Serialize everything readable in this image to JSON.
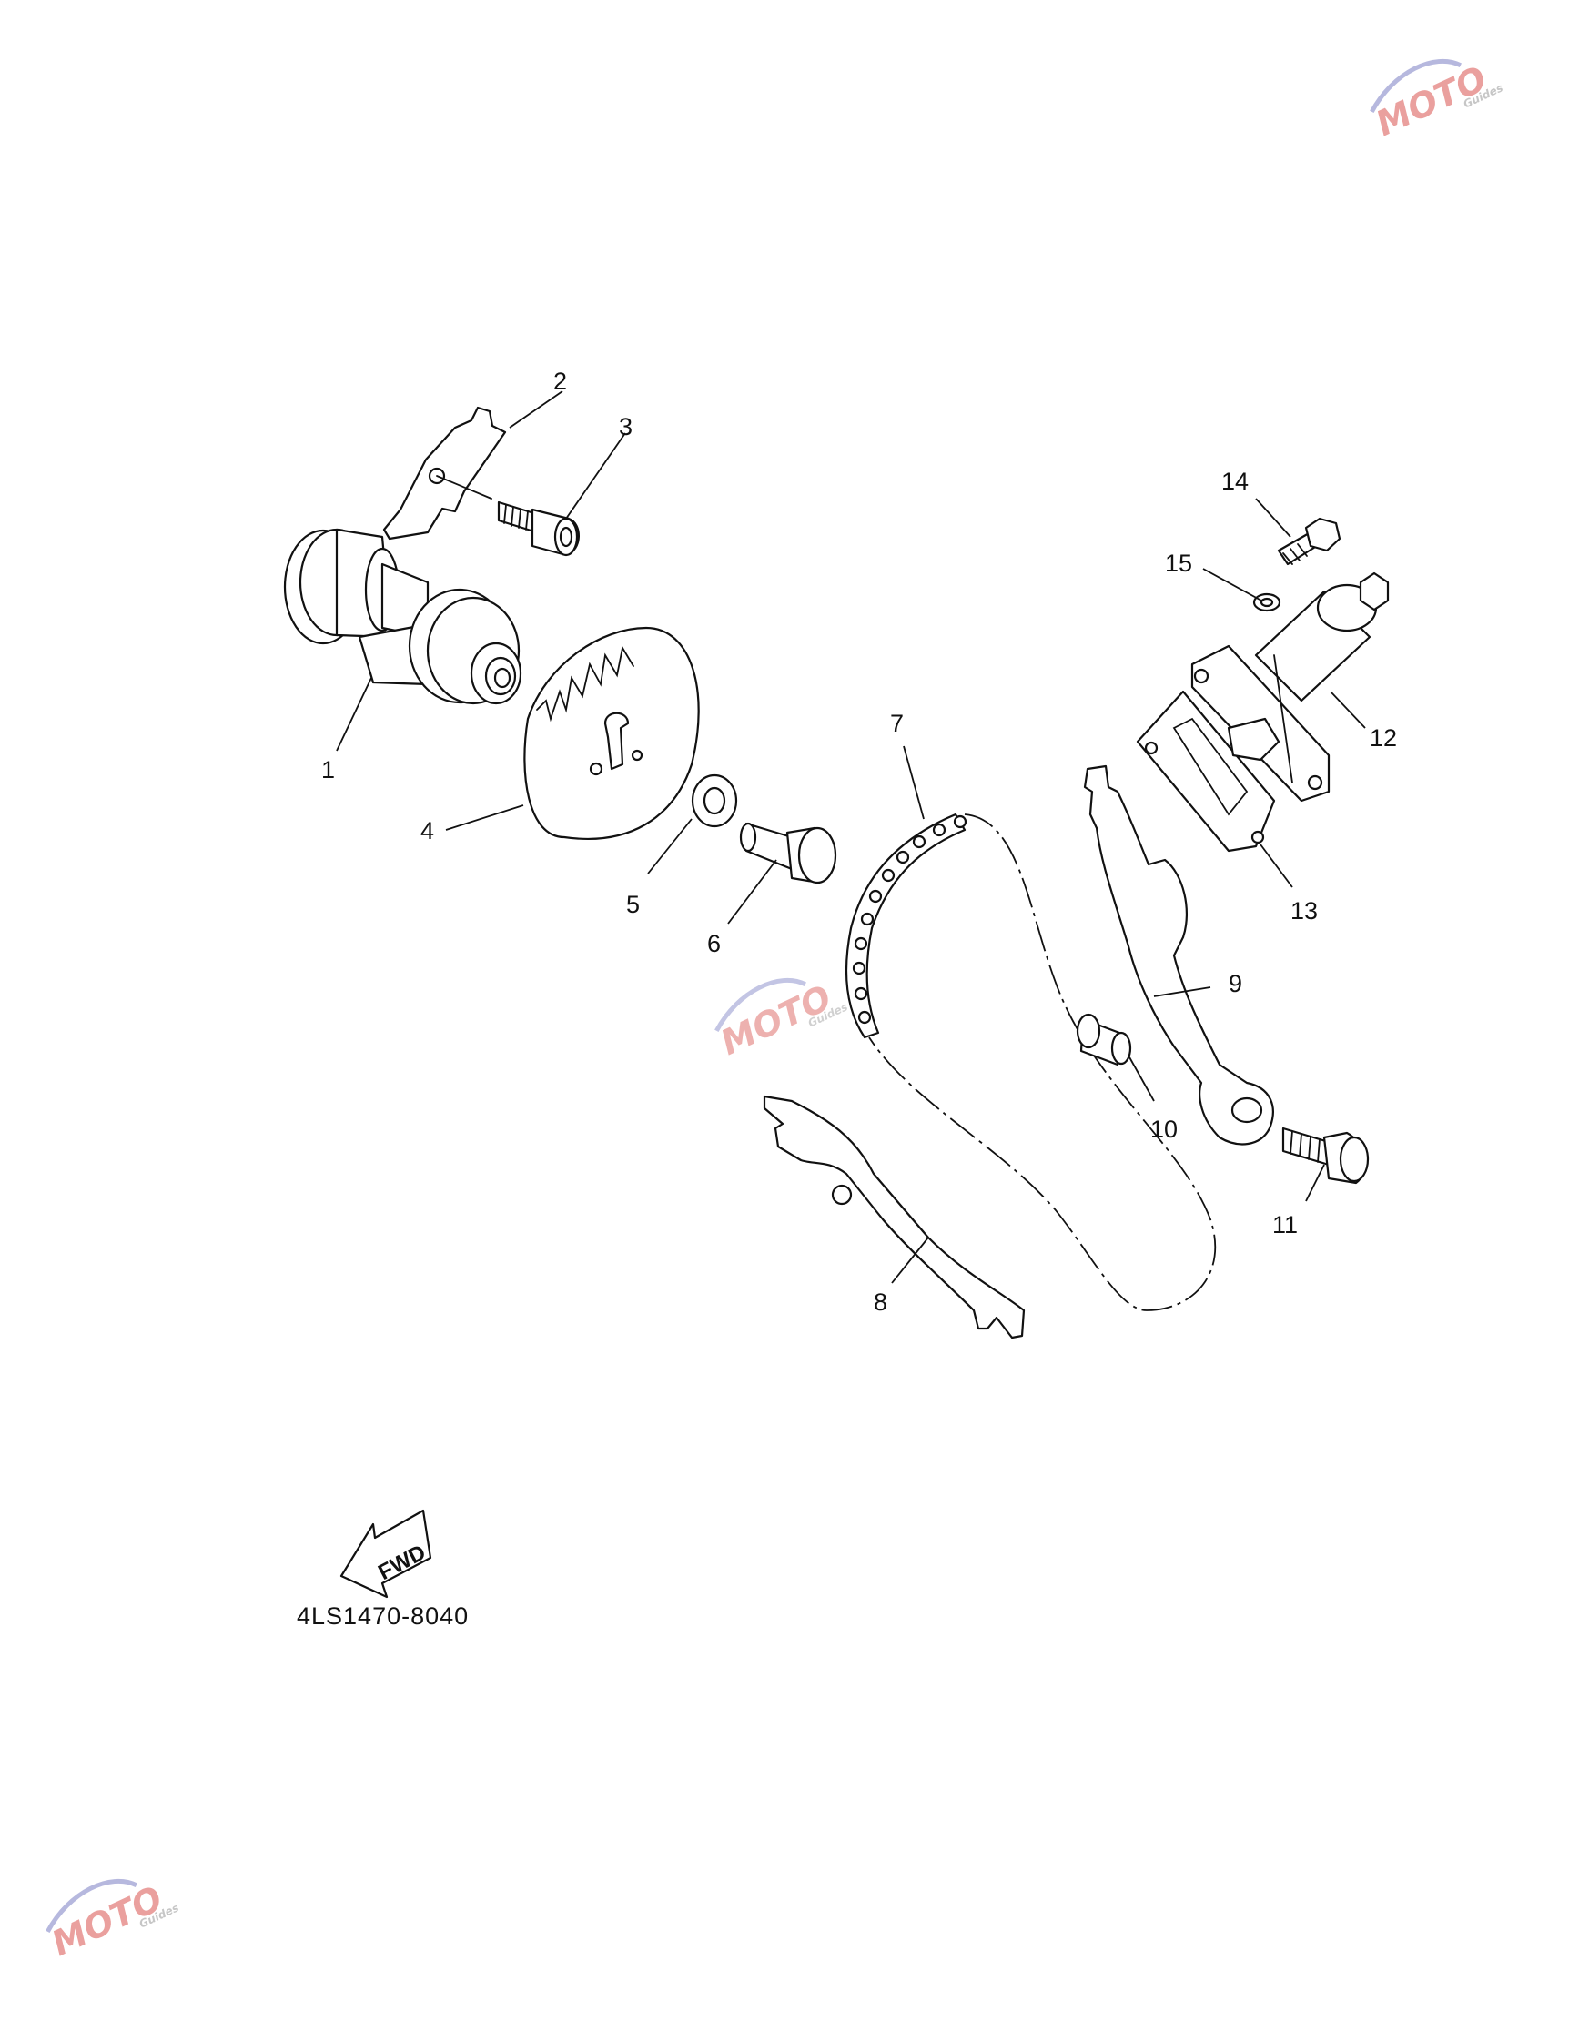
{
  "diagram": {
    "part_code": "4LS1470-8040",
    "fwd_label": "FWD",
    "watermark_text": "MOTO",
    "watermark_subtext": "Guides",
    "parts": [
      {
        "id": "1"
      },
      {
        "id": "2"
      },
      {
        "id": "3"
      },
      {
        "id": "4"
      },
      {
        "id": "5"
      },
      {
        "id": "6"
      },
      {
        "id": "7"
      },
      {
        "id": "8"
      },
      {
        "id": "9"
      },
      {
        "id": "10"
      },
      {
        "id": "11"
      },
      {
        "id": "12"
      },
      {
        "id": "13"
      },
      {
        "id": "14"
      },
      {
        "id": "15"
      }
    ],
    "colors": {
      "line": "#111111",
      "background": "#ffffff",
      "watermark_red": "#d9534f",
      "watermark_blue": "#7b7fc4"
    }
  }
}
